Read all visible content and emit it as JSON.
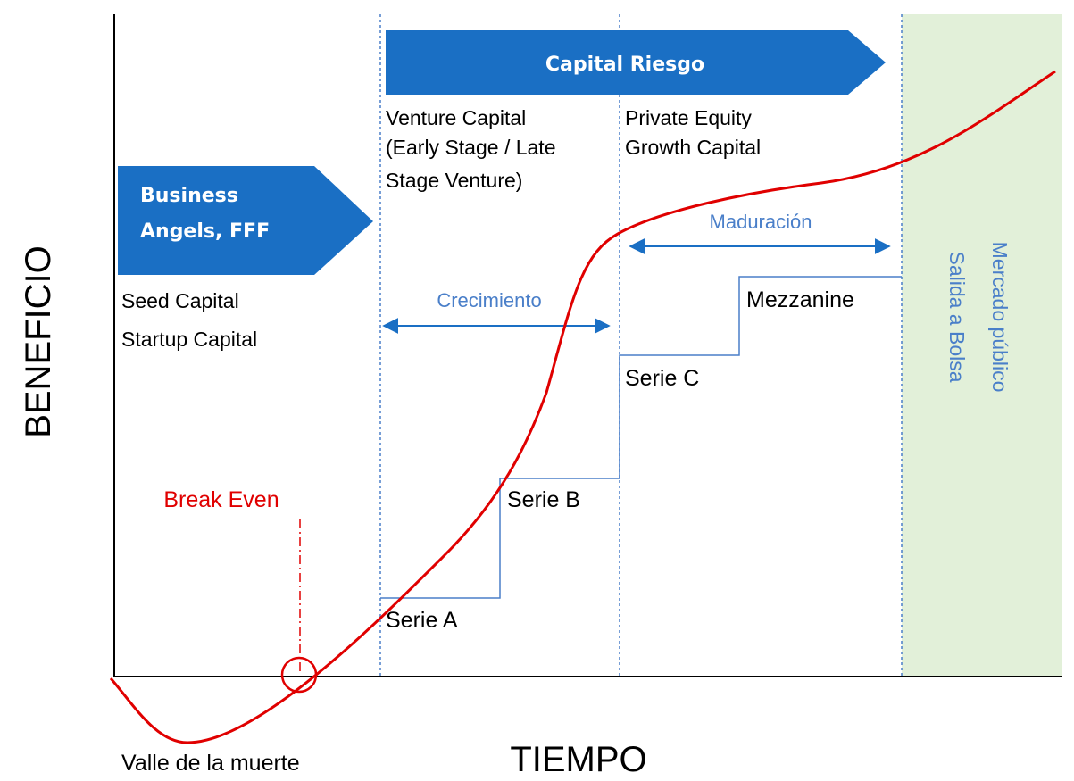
{
  "axes": {
    "y_label": "BENEFICIO",
    "x_label": "TIEMPO"
  },
  "arrows": {
    "business_angels": [
      "Business",
      "Angels, FFF"
    ],
    "capital_riesgo": "Capital Riesgo"
  },
  "stage_labels": {
    "seed": [
      "Seed Capital",
      "Startup Capital"
    ],
    "venture": [
      "Venture Capital",
      "(Early Stage / Late",
      "Stage Venture)"
    ],
    "private_equity": [
      "Private Equity",
      "Growth Capital"
    ]
  },
  "phases": {
    "crecimiento": "Crecimiento",
    "maduracion": "Maduración"
  },
  "series": {
    "a": "Serie A",
    "b": "Serie B",
    "c": "Serie C",
    "mezzanine": "Mezzanine"
  },
  "markers": {
    "break_even": "Break Even",
    "valley": "Valle de la muerte"
  },
  "public_market": [
    "Mercado público",
    "Salida a Bolsa"
  ],
  "colors": {
    "blue_arrow": "#1a6fc4",
    "blue_text": "#4a7fc9",
    "curve_red": "#e00000",
    "public_market_bg": "#e2f0d9",
    "dashed_line": "#4a7fc9"
  }
}
